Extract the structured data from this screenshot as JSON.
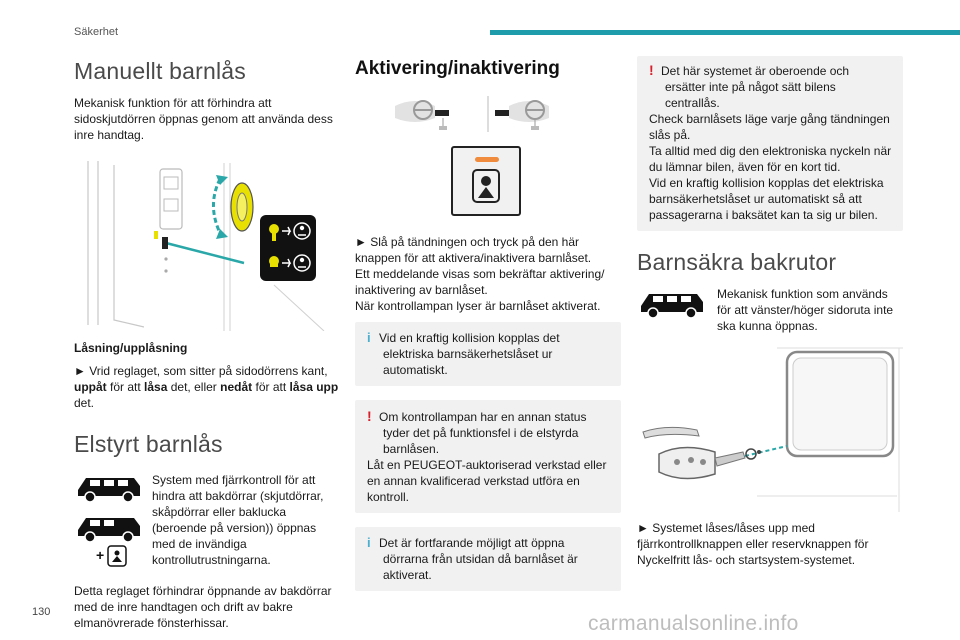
{
  "header": {
    "section": "Säkerhet"
  },
  "page_number": "130",
  "watermark": "carmanualsonline.info",
  "col1": {
    "title": "Manuellt barnlås",
    "intro": "Mekanisk funktion för att förhindra att sidoskjutdörren öppnas genom att använda dess inre handtag.",
    "sub_heading": "Låsning/upplåsning",
    "instr_prefix": "► Vrid reglaget, som sitter på sidodörrens kant,",
    "instr_up": "uppåt",
    "instr_mid1": "för att",
    "instr_lock": "låsa",
    "instr_mid2": "det, eller",
    "instr_down": "nedåt",
    "instr_mid3": "för att",
    "instr_unlock": "låsa upp",
    "instr_end": "det.",
    "title2": "Elstyrt barnlås",
    "elec_text": "System med fjärrkontroll för att hindra att bakdörrar (skjutdörrar, skåpdörrar eller baklucka (beroende på version)) öppnas med de invändiga kontrollutrustningarna.",
    "elec_para": "Detta reglaget förhindrar öppnande av bakdörrar med de inre handtagen och drift av bakre elmanövrerade fönsterhissar."
  },
  "col2": {
    "title": "Aktivering/inaktivering",
    "instruction": "► Slå på tändningen och tryck på den här knappen för att aktivera/inaktivera barnlåset.",
    "line2": "Ett meddelande visas som bekräftar aktivering/ inaktivering av barnlåset.",
    "line3": "När kontrollampan lyser är barnlåset aktiverat.",
    "note1": "Vid en kraftig kollision kopplas det elektriska barnsäkerhetslåset ur automatiskt.",
    "warn1_a": "Om kontrollampan har en annan status tyder det på funktionsfel i de elstyrda barnlåsen.",
    "warn1_b": "Låt en PEUGEOT-auktoriserad verkstad eller en annan kvalificerad verkstad utföra en kontroll.",
    "note2": "Det är fortfarande möjligt att öppna dörrarna från utsidan då barnlåset är aktiverat."
  },
  "col3": {
    "warn_a": "Det här systemet är oberoende och ersätter inte på något sätt bilens centrallås.",
    "warn_b": "Check barnlåsets läge varje gång tändningen slås på.",
    "warn_c": "Ta alltid med dig den elektroniska nyckeln när du lämnar bilen, även för en kort tid.",
    "warn_d": "Vid en kraftig kollision kopplas det elektriska barnsäkerhetslåset ur automatiskt så att passagerarna i baksätet kan ta sig ur bilen.",
    "title": "Barnsäkra bakrutor",
    "win_text": "Mekanisk funktion som används för att vänster/höger sidoruta inte ska kunna öppnas.",
    "bottom": "► Systemet låses/låses upp med fjärrkontrollknappen eller reservknappen för Nyckelfritt lås- och startsystem-systemet."
  },
  "colors": {
    "accent": "#1f9cab",
    "warning": "#d81e2a",
    "info": "#4bb0d0",
    "note_bg": "#f1f1f1",
    "lamp": "#f08a3c",
    "yellow": "#e8e000"
  }
}
